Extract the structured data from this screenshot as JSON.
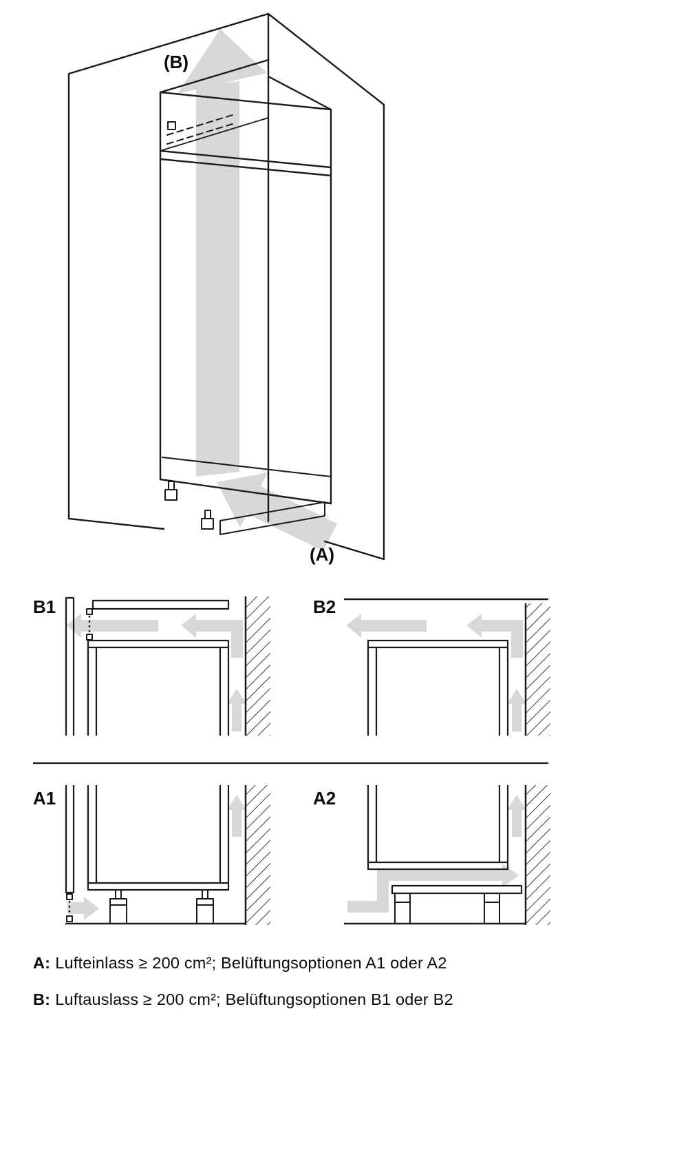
{
  "page": {
    "background": "#ffffff",
    "line_color": "#1a1a1a",
    "arrow_color": "#d8d8d8"
  },
  "main_diagram": {
    "outlet_label": "(B)",
    "inlet_label": "(A)"
  },
  "panels": [
    {
      "id": "B1",
      "label": "B1"
    },
    {
      "id": "B2",
      "label": "B2"
    },
    {
      "id": "A1",
      "label": "A1"
    },
    {
      "id": "A2",
      "label": "A2"
    }
  ],
  "captions": [
    {
      "prefix": "A:",
      "text": "Lufteinlass ≥ 200 cm²; Belüftungsoptionen A1 oder A2"
    },
    {
      "prefix": "B:",
      "text": "Luftauslass ≥ 200 cm²; Belüftungsoptionen B1 oder B2"
    }
  ]
}
